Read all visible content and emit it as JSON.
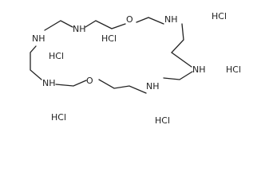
{
  "structure": {
    "atoms": {
      "nh_top_left": "NH",
      "nh_top_middle": "NH",
      "o_top": "O",
      "nh_top_right": "NH",
      "nh_right": "NH",
      "nh_bottom_right": "NH",
      "o_bottom": "O",
      "nh_bottom_left": "NH"
    },
    "salt_labels": [
      "HCl",
      "HCl",
      "HCl",
      "HCl",
      "HCl",
      "HCl"
    ],
    "colors": {
      "ink": "#222222",
      "background": "#ffffff"
    }
  }
}
